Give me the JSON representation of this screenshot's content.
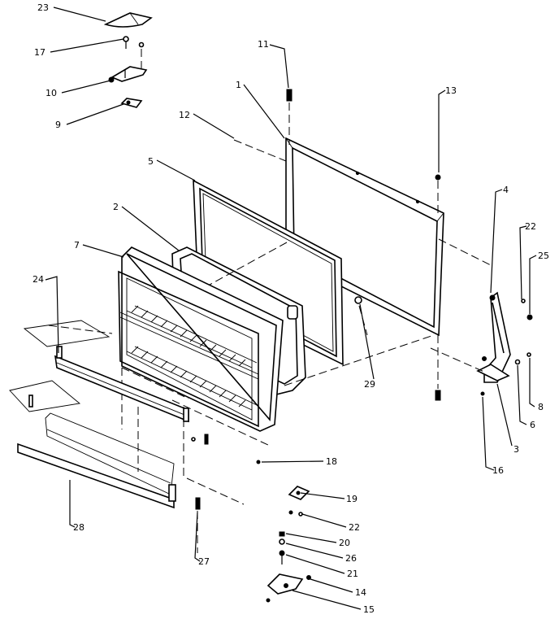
{
  "callouts": [
    {
      "id": "c23",
      "label": "23"
    },
    {
      "id": "c17",
      "label": "17"
    },
    {
      "id": "c10",
      "label": "10"
    },
    {
      "id": "c9",
      "label": "9"
    },
    {
      "id": "c11",
      "label": "11"
    },
    {
      "id": "c1",
      "label": "1"
    },
    {
      "id": "c12",
      "label": "12"
    },
    {
      "id": "c13",
      "label": "13"
    },
    {
      "id": "c5",
      "label": "5"
    },
    {
      "id": "c2",
      "label": "2"
    },
    {
      "id": "c7",
      "label": "7"
    },
    {
      "id": "c24",
      "label": "24"
    },
    {
      "id": "c4",
      "label": "4"
    },
    {
      "id": "c22a",
      "label": "22"
    },
    {
      "id": "c25",
      "label": "25"
    },
    {
      "id": "c29",
      "label": "29"
    },
    {
      "id": "c8",
      "label": "8"
    },
    {
      "id": "c6",
      "label": "6"
    },
    {
      "id": "c3",
      "label": "3"
    },
    {
      "id": "c16",
      "label": "16"
    },
    {
      "id": "c18",
      "label": "18"
    },
    {
      "id": "c28",
      "label": "28"
    },
    {
      "id": "c27",
      "label": "27"
    },
    {
      "id": "c19",
      "label": "19"
    },
    {
      "id": "c22b",
      "label": "22"
    },
    {
      "id": "c20",
      "label": "20"
    },
    {
      "id": "c26",
      "label": "26"
    },
    {
      "id": "c21",
      "label": "21"
    },
    {
      "id": "c14",
      "label": "14"
    },
    {
      "id": "c15",
      "label": "15"
    }
  ]
}
